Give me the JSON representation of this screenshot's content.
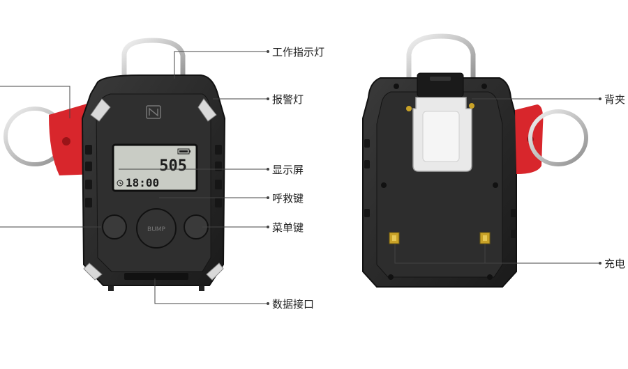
{
  "callouts": {
    "work_indicator": "工作指示灯",
    "alarm_light": "报警灯",
    "display": "显示屏",
    "call_key": "呼救键",
    "menu_key": "菜单键",
    "data_port": "数据接口",
    "back_clip": "背夹",
    "charge_port": "充电"
  },
  "screen": {
    "reading": "505",
    "time": "18:00"
  },
  "button_mark": "BUMP",
  "colors": {
    "body": "#2b2b2b",
    "bumper": "#1e1e1e",
    "tag": "#d8262c",
    "lcd": "#c9ccc5",
    "clip": "#e9e9e9",
    "contact": "#c9a227"
  },
  "icons": [
    "nfc-icon",
    "battery-icon",
    "clock-icon"
  ]
}
